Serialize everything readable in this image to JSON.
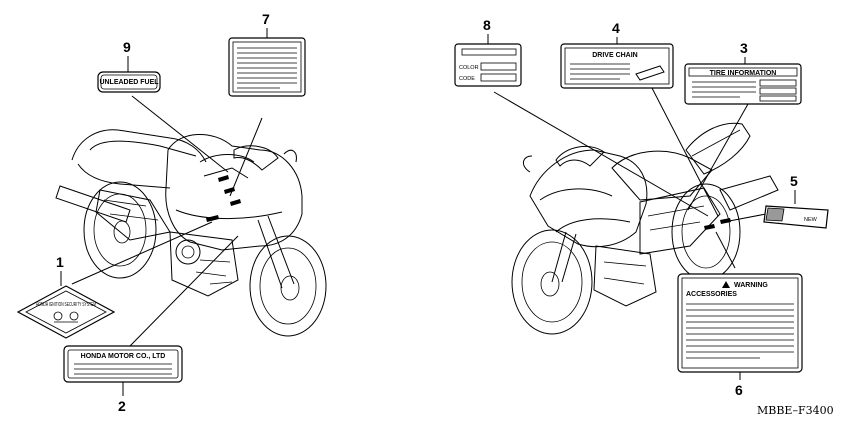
{
  "labels": {
    "l1": {
      "number": "1",
      "text": "HONDA IGNITION SECURITY SYSTEM"
    },
    "l2": {
      "number": "2",
      "text": "HONDA MOTOR CO., LTD"
    },
    "l3": {
      "number": "3",
      "text": "TIRE INFORMATION"
    },
    "l4": {
      "number": "4",
      "text": "DRIVE CHAIN"
    },
    "l5": {
      "number": "5",
      "text": "NEW"
    },
    "l6": {
      "number": "6",
      "warning": "WARNING",
      "text": "ACCESSORIES"
    },
    "l7": {
      "number": "7"
    },
    "l8": {
      "number": "8",
      "color": "COLOR",
      "code": "CODE"
    },
    "l9": {
      "number": "9",
      "text": "UNLEADED FUEL"
    }
  },
  "diagram_code": "MBBE–F3400"
}
